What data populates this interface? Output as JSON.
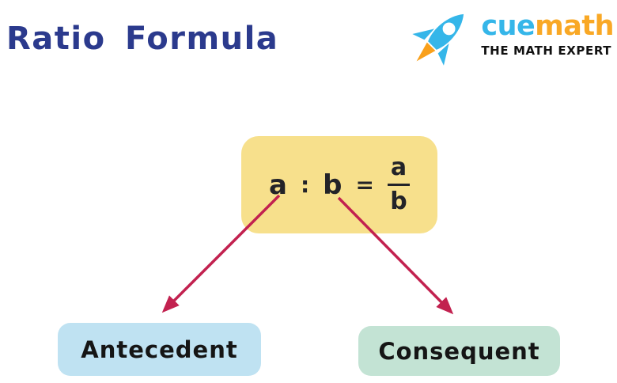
{
  "page": {
    "title": "Ratio Formula"
  },
  "logo": {
    "brand_first": "cue",
    "brand_second": "math",
    "tagline": "THE MATH EXPERT",
    "rocket_icon": "rocket-icon"
  },
  "formula": {
    "term_a": "a",
    "colon": ":",
    "term_b": "b",
    "equals": "=",
    "fraction": {
      "numerator": "a",
      "denominator": "b"
    }
  },
  "labels": {
    "antecedent": "Antecedent",
    "consequent": "Consequent"
  },
  "colors": {
    "title_blue": "#2B3A8D",
    "formula_box_yellow": "#F7E08C",
    "antecedent_box_blue": "#BFE2F2",
    "consequent_box_green": "#C3E3D4",
    "arrow_crimson": "#C2214F",
    "formula_text_dark": "#232328",
    "logo_blue": "#35B6E9",
    "logo_orange": "#F9A825",
    "logo_flame_orange": "#F9A01B",
    "tagline_black": "#111111",
    "background": "#FFFFFF"
  }
}
